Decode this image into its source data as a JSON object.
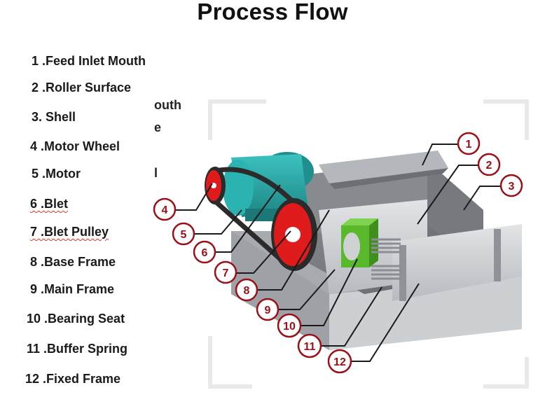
{
  "title": "Process Flow",
  "legend": [
    {
      "text": "1 .Feed Inlet Mouth"
    },
    {
      "text": "2 .Roller Surface"
    },
    {
      "text": "3. Shell"
    },
    {
      "text": "4 .Motor Wheel"
    },
    {
      "text": "5 .Motor"
    },
    {
      "text": "6 .Blet"
    },
    {
      "text": "7 .Blet Pulley"
    },
    {
      "text": "8 .Base Frame"
    },
    {
      "text": "9 .Main Frame"
    },
    {
      "text": "10 .Bearing Seat"
    },
    {
      "text": "11 .Buffer Spring"
    },
    {
      "text": "12 .Fixed Frame"
    }
  ],
  "ghost_text": [
    "outh",
    "e",
    "l"
  ],
  "callouts": [
    "1",
    "2",
    "3",
    "4",
    "5",
    "6",
    "7",
    "8",
    "9",
    "10",
    "11",
    "12"
  ],
  "colors": {
    "callout": "#9b0f16",
    "motor": "#27a9a8",
    "wheel": "#e01b1b",
    "bearing": "#5ab82b",
    "frame": "#c9cccf"
  }
}
